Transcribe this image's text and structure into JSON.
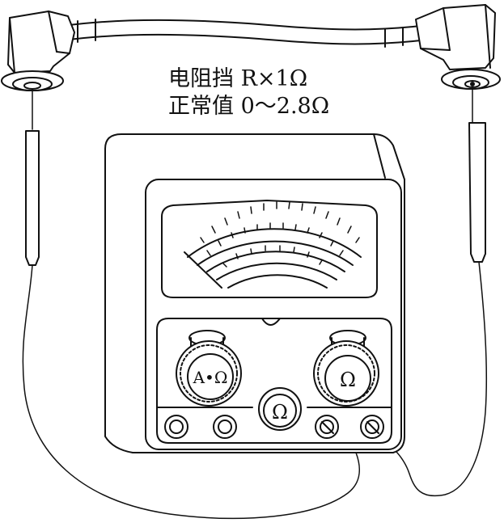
{
  "caption": {
    "line1": "电阻挡 R×1Ω",
    "line2": "正常值 0～2.8Ω"
  },
  "meter": {
    "left_knob_label": "A•Ω",
    "right_knob_label": "Ω",
    "center_knob_label": "Ω"
  },
  "colors": {
    "ink": "#111111",
    "paper": "#ffffff"
  }
}
